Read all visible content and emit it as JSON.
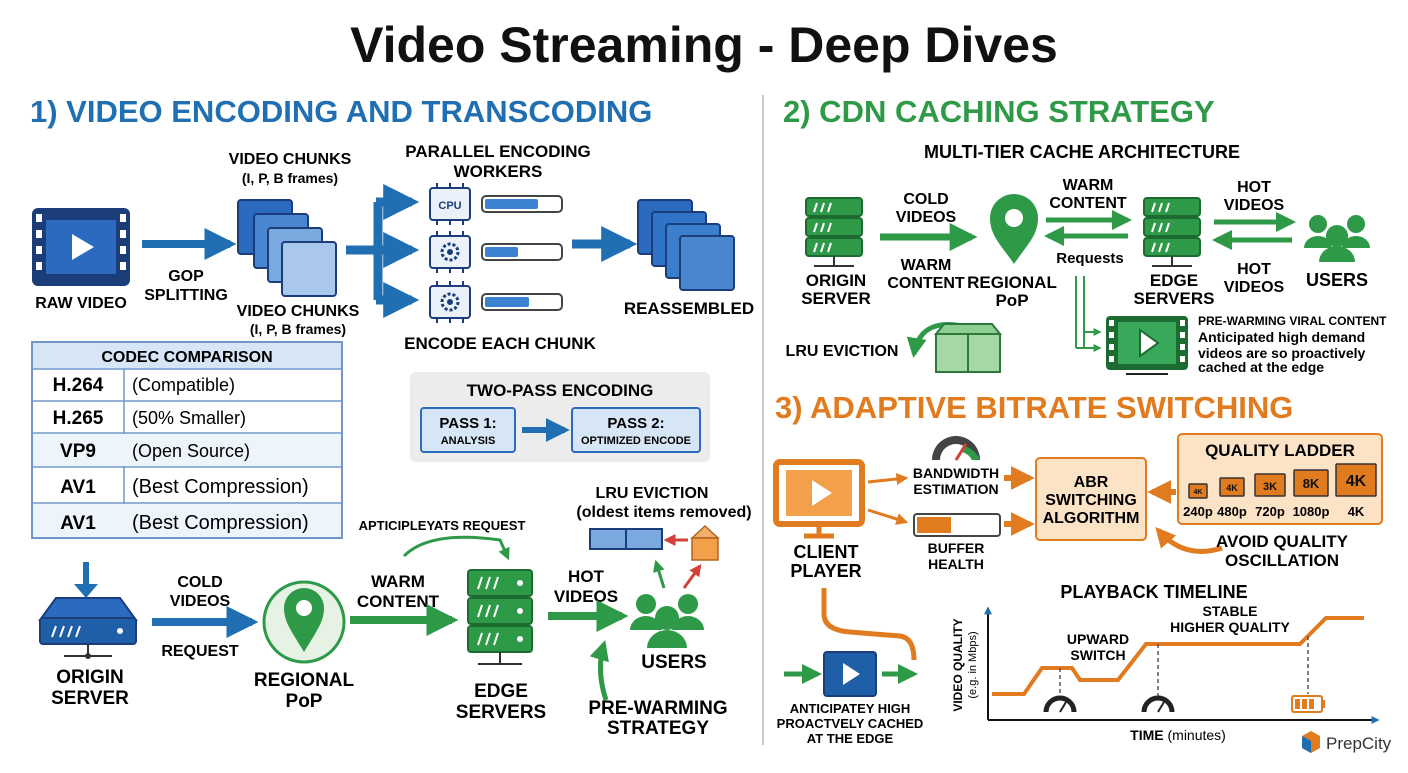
{
  "title": "Video Streaming - Deep Dives",
  "colors": {
    "blue": "#1f6fb2",
    "green": "#2e9a47",
    "orange": "#e07b1f",
    "dark": "#111111"
  },
  "s1": {
    "heading": "1) VIDEO ENCODING AND TRANSCODING",
    "raw_video": "RAW VIDEO",
    "gop_1": "GOP",
    "gop_2": "SPLITTING",
    "chunks_top_1": "VIDEO CHUNKS",
    "chunks_top_2": "(I, P, B frames)",
    "chunks_bot_1": "VIDEO CHUNKS",
    "chunks_bot_2": "(I, P, B frames)",
    "workers_1": "PARALLEL ENCODING",
    "workers_2": "WORKERS",
    "cpu_label": "CPU",
    "progress": [
      0.72,
      0.45,
      0.6
    ],
    "encode_each": "ENCODE EACH CHUNK",
    "reassembled": "REASSEMBLED",
    "codec": {
      "title": "CODEC COMPARISON",
      "rows": [
        {
          "name": "H.264",
          "desc": "(Compatible)"
        },
        {
          "name": "H.265",
          "desc": "(50% Smaller)"
        },
        {
          "name": "VP9",
          "desc": "(Open Source)"
        },
        {
          "name": "AV1",
          "desc": "(Best Compression)"
        },
        {
          "name": "AV1",
          "desc": "(Best Compression)"
        }
      ]
    },
    "two_pass": {
      "title": "TWO-PASS ENCODING",
      "p1_a": "PASS 1:",
      "p1_b": "ANALYSIS",
      "p2_a": "PASS 2:",
      "p2_b": "OPTIMIZED ENCODE"
    },
    "cdn": {
      "origin_1": "ORIGIN",
      "origin_2": "SERVER",
      "cold_1": "COLD",
      "cold_2": "VIDEOS",
      "request": "REQUEST",
      "regional_1": "REGIONAL",
      "regional_2": "PoP",
      "warm_1": "WARM",
      "warm_2": "CONTENT",
      "anticipate": "APTICIPLEYATS REQUEST",
      "edge_1": "EDGE",
      "edge_2": "SERVERS",
      "hot_1": "HOT",
      "hot_2": "VIDEOS",
      "users": "USERS",
      "lru_1": "LRU EVICTION",
      "lru_2": "(oldest items removed)",
      "prewarm_1": "PRE-WARMING",
      "prewarm_2": "STRATEGY"
    }
  },
  "s2": {
    "heading": "2) CDN CACHING STRATEGY",
    "sub": "MULTI-TIER CACHE ARCHITECTURE",
    "cold_1": "COLD",
    "cold_2": "VIDEOS",
    "warm_top_1": "WARM",
    "warm_top_2": "CONTENT",
    "warm_bot_1": "WARM",
    "warm_bot_2": "CONTENT",
    "requests": "Requests",
    "hot_top_1": "HOT",
    "hot_top_2": "VIDEOS",
    "hot_bot_1": "HOT",
    "hot_bot_2": "VIDEOS",
    "origin_1": "ORIGIN",
    "origin_2": "SERVER",
    "regional_1": "REGIONAL",
    "regional_2": "PoP",
    "edge_1": "EDGE",
    "edge_2": "SERVERS",
    "users": "USERS",
    "lru": "LRU EVICTION",
    "prewarm_t": "PRE-WARMING VIRAL CONTENT",
    "prewarm_1": "Anticipated high demand",
    "prewarm_2": "videos are so proactively",
    "prewarm_3": "cached at the edge"
  },
  "s3": {
    "heading": "3) ADAPTIVE BITRATE SWITCHING",
    "client_1": "CLIENT",
    "client_2": "PLAYER",
    "bw_1": "BANDWIDTH",
    "bw_2": "ESTIMATION",
    "buf_1": "BUFFER",
    "buf_2": "HEALTH",
    "buffer_level": 0.42,
    "abr_1": "ABR",
    "abr_2": "SWITCHING",
    "abr_3": "ALGORITHM",
    "ladder": {
      "title": "QUALITY LADDER",
      "icons": [
        "4K",
        "4K",
        "3K",
        "8K",
        "4K"
      ],
      "labels": [
        "240p",
        "480p",
        "720p",
        "1080p",
        "4K"
      ]
    },
    "avoid_1": "AVOID QUALITY",
    "avoid_2": "OSCILLATION",
    "timeline": {
      "title": "PLAYBACK TIMELINE",
      "ylabel_1": "VIDEO QUALITY",
      "ylabel_2": "(e.g. in Mbps)",
      "xlabel_b": "TIME",
      "xlabel_n": " (minutes)",
      "upward_1": "UPWARD",
      "upward_2": "SWITCH",
      "stable_1": "STABLE",
      "stable_2": "HIGHER QUALITY"
    },
    "bottom_1": "ANTICIPATEY HIGH",
    "bottom_2": "PROACTVELY CACHED",
    "bottom_3": "AT THE EDGE"
  },
  "brand": "PrepCity"
}
